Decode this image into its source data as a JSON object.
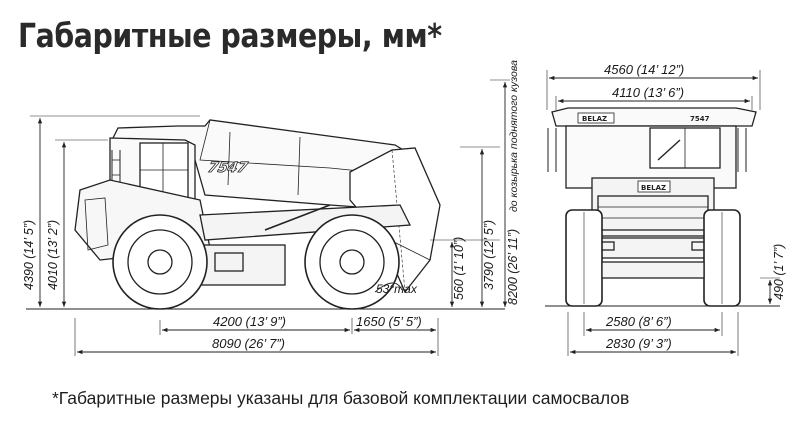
{
  "title": "Габаритные размеры, мм*",
  "footnote": "*Габаритные размеры указаны для базовой комплектации самосвалов",
  "model_badge": "7547",
  "brand_badge": "BELAZ",
  "side_view": {
    "dim_height_total": "4390 (14’ 5”)",
    "dim_height_cab": "4010 (13’ 2”)",
    "dim_wheelbase": "4200 (13’ 9”)",
    "dim_rear_overhang": "1650 (5’ 5”)",
    "dim_length": "8090 (26’ 7”)",
    "dim_clearance": "560 (1’ 10”)",
    "dim_body_height": "3790 (12’ 5”)",
    "dim_raised_height": "8200 (26’ 11”)",
    "raised_body_note": "до козырька поднятого кузова",
    "dump_angle": "53°max"
  },
  "front_view": {
    "dim_width_overall": "4560 (14’ 12”)",
    "dim_width_body": "4110 (13’ 6”)",
    "dim_front_track": "2580 (8’ 6”)",
    "dim_rear_track": "2830 (9’ 3”)",
    "dim_ground_clearance": "490 (1’ 7”)"
  }
}
